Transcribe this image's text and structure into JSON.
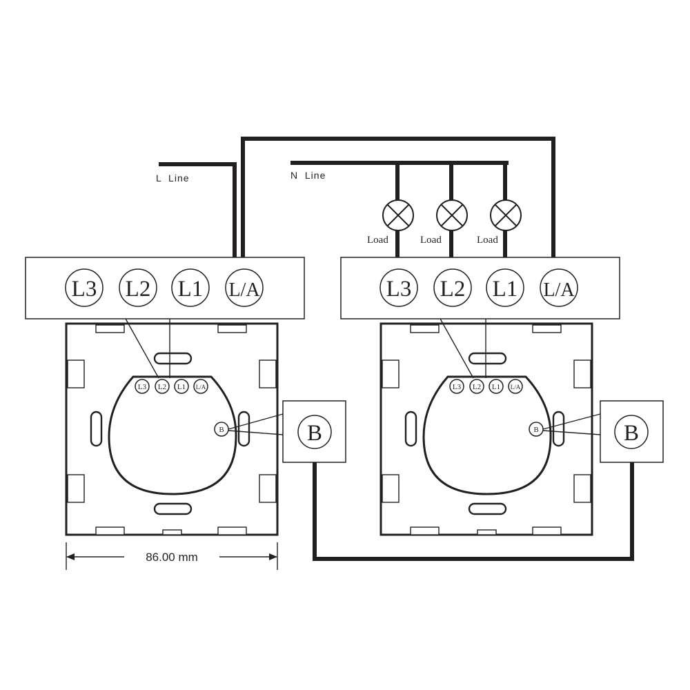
{
  "wire_labels": {
    "l_line": "L  Line",
    "n_line": "N  Line"
  },
  "loads": [
    "Load",
    "Load",
    "Load"
  ],
  "left_switch": {
    "block_terminals": [
      "L3",
      "L2",
      "L1",
      "L/A"
    ],
    "module_terminals": [
      "L3",
      "L2",
      "L1",
      "L/A"
    ],
    "link_terminal": "B",
    "link_terminal_large": "B"
  },
  "right_switch": {
    "block_terminals": [
      "L3",
      "L2",
      "L1",
      "L/A"
    ],
    "module_terminals": [
      "L3",
      "L2",
      "L1",
      "L/A"
    ],
    "link_terminal": "B",
    "link_terminal_large": "B"
  },
  "dimension": {
    "width_label": "86.00 mm"
  },
  "colors": {
    "ink": "#231f20",
    "background": "#ffffff"
  }
}
